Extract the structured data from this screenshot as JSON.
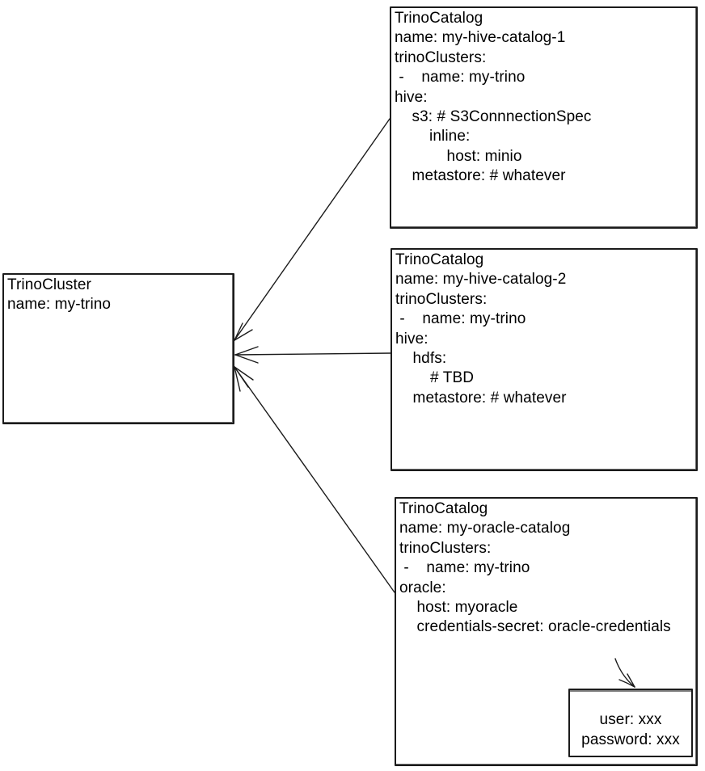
{
  "diagram": {
    "background_color": "#ffffff",
    "stroke_color": "#1b1b1b",
    "text_color": "#000000",
    "cluster": {
      "kind": "TrinoCluster",
      "lines": [
        "TrinoCluster",
        "name: my-trino"
      ]
    },
    "catalogs": [
      {
        "kind": "TrinoCatalog",
        "name": "my-hive-catalog-1",
        "lines": [
          "TrinoCatalog",
          "name: my-hive-catalog-1",
          "trinoClusters:",
          " -    name: my-trino",
          "hive:",
          "    s3: # S3ConnnectionSpec",
          "        inline:",
          "            host: minio",
          "    metastore: # whatever"
        ]
      },
      {
        "kind": "TrinoCatalog",
        "name": "my-hive-catalog-2",
        "lines": [
          "TrinoCatalog",
          "name: my-hive-catalog-2",
          "trinoClusters:",
          " -    name: my-trino",
          "hive:",
          "    hdfs:",
          "        # TBD",
          "    metastore: # whatever"
        ]
      },
      {
        "kind": "TrinoCatalog",
        "name": "my-oracle-catalog",
        "lines": [
          "TrinoCatalog",
          "name: my-oracle-catalog",
          "trinoClusters:",
          " -    name: my-trino",
          "oracle:",
          "    host: myoracle",
          "    credentials-secret: oracle-credentials"
        ]
      }
    ],
    "secret": {
      "lines": [
        "user: xxx",
        "password: xxx"
      ]
    }
  }
}
